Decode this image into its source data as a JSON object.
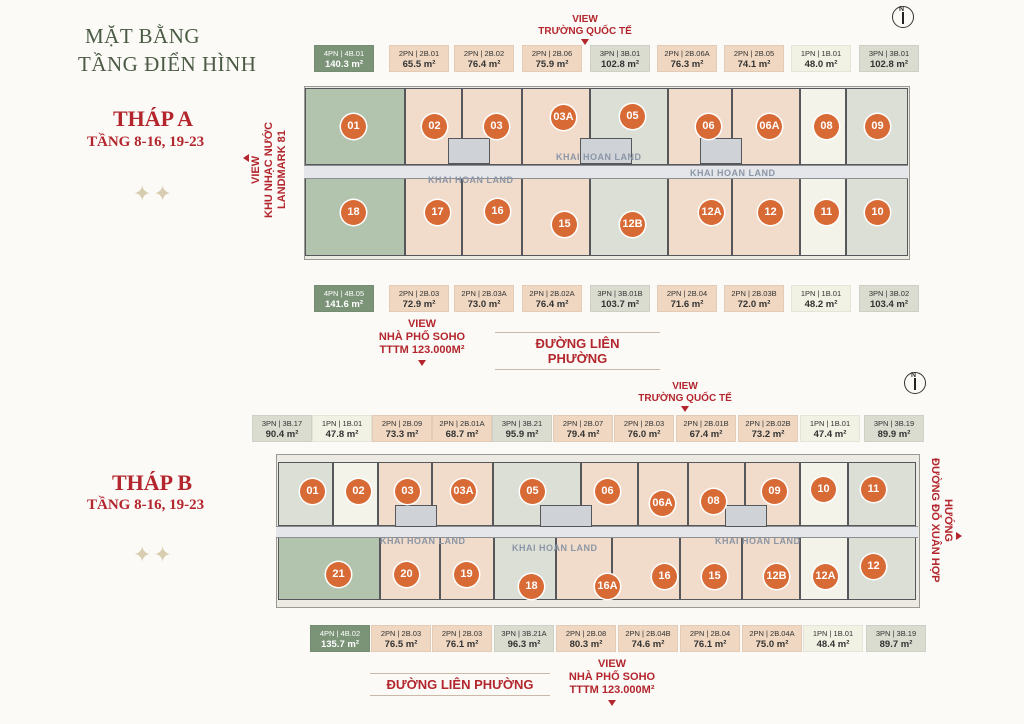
{
  "title": {
    "line1": "MẶT BẰNG",
    "line2": "TẦNG ĐIỂN HÌNH"
  },
  "tower_a": {
    "name": "THÁP A",
    "floors": "TẦNG 8-16, 19-23",
    "view_top": {
      "line1": "VIEW",
      "line2": "TRƯỜNG QUỐC TẾ"
    },
    "view_left": {
      "line1": "VIEW",
      "line2": "KHU NHẠC NƯỚC",
      "line3": "LANDMARK 81"
    },
    "view_bottom": {
      "line1": "VIEW",
      "line2": "NHÀ PHỐ SOHO",
      "line3": "TTTM 123.000M²"
    },
    "road": "ĐƯỜNG LIÊN PHƯỜNG",
    "top_tags": [
      {
        "type": "4PN | 4B.01",
        "area": "140.3 m²",
        "cls": "c4"
      },
      {
        "type": "2PN | 2B.01",
        "area": "65.5 m²",
        "cls": "c2"
      },
      {
        "type": "2PN | 2B.02",
        "area": "76.4 m²",
        "cls": "c2"
      },
      {
        "type": "2PN | 2B.06",
        "area": "75.9 m²",
        "cls": "c2"
      },
      {
        "type": "3PN | 3B.01",
        "area": "102.8 m²",
        "cls": "c3"
      },
      {
        "type": "2PN | 2B.06A",
        "area": "76.3 m²",
        "cls": "c2"
      },
      {
        "type": "2PN | 2B.05",
        "area": "74.1 m²",
        "cls": "c2"
      },
      {
        "type": "1PN | 1B.01",
        "area": "48.0 m²",
        "cls": "c1"
      },
      {
        "type": "3PN | 3B.01",
        "area": "102.8 m²",
        "cls": "c3"
      }
    ],
    "bottom_tags": [
      {
        "type": "4PN | 4B.05",
        "area": "141.6 m²",
        "cls": "c4"
      },
      {
        "type": "2PN | 2B.03",
        "area": "72.9 m²",
        "cls": "c2"
      },
      {
        "type": "2PN | 2B.03A",
        "area": "73.0 m²",
        "cls": "c2"
      },
      {
        "type": "2PN | 2B.02A",
        "area": "76.4 m²",
        "cls": "c2"
      },
      {
        "type": "3PN | 3B.01B",
        "area": "103.7 m²",
        "cls": "c3"
      },
      {
        "type": "2PN | 2B.04",
        "area": "71.6 m²",
        "cls": "c2"
      },
      {
        "type": "2PN | 2B.03B",
        "area": "72.0 m²",
        "cls": "c2"
      },
      {
        "type": "1PN | 1B.01",
        "area": "48.2 m²",
        "cls": "c1"
      },
      {
        "type": "3PN | 3B.02",
        "area": "103.4 m²",
        "cls": "c3"
      }
    ],
    "top_units": [
      "01",
      "02",
      "03",
      "03A",
      "05",
      "06",
      "06A",
      "08",
      "09"
    ],
    "bottom_units": [
      "18",
      "17",
      "16",
      "15",
      "12B",
      "12A",
      "12",
      "11",
      "10"
    ]
  },
  "tower_b": {
    "name": "THÁP B",
    "floors": "TẦNG 8-16, 19-23",
    "view_top": {
      "line1": "VIEW",
      "line2": "TRƯỜNG QUỐC TẾ"
    },
    "view_right": {
      "line1": "HƯỚNG",
      "line2": "ĐƯỜNG ĐỖ XUÂN HỢP"
    },
    "view_bottom": {
      "line1": "VIEW",
      "line2": "NHÀ PHỐ SOHO",
      "line3": "TTTM 123.000M²"
    },
    "road": "ĐƯỜNG LIÊN PHƯỜNG",
    "top_tags": [
      {
        "type": "3PN | 3B.17",
        "area": "90.4 m²",
        "cls": "c3"
      },
      {
        "type": "1PN | 1B.01",
        "area": "47.8 m²",
        "cls": "c1"
      },
      {
        "type": "2PN | 2B.09",
        "area": "73.3 m²",
        "cls": "c2"
      },
      {
        "type": "2PN | 2B.01A",
        "area": "68.7 m²",
        "cls": "c2"
      },
      {
        "type": "3PN | 3B.21",
        "area": "95.9 m²",
        "cls": "c3"
      },
      {
        "type": "2PN | 2B.07",
        "area": "79.4 m²",
        "cls": "c2"
      },
      {
        "type": "2PN | 2B.03",
        "area": "76.0 m²",
        "cls": "c2"
      },
      {
        "type": "2PN | 2B.01B",
        "area": "67.4 m²",
        "cls": "c2"
      },
      {
        "type": "2PN | 2B.02B",
        "area": "73.2 m²",
        "cls": "c2"
      },
      {
        "type": "1PN | 1B.01",
        "area": "47.4 m²",
        "cls": "c1"
      },
      {
        "type": "3PN | 3B.19",
        "area": "89.9 m²",
        "cls": "c3"
      }
    ],
    "bottom_tags": [
      {
        "type": "4PN | 4B.02",
        "area": "135.7 m²",
        "cls": "c4"
      },
      {
        "type": "2PN | 2B.03",
        "area": "76.5 m²",
        "cls": "c2"
      },
      {
        "type": "2PN | 2B.03",
        "area": "76.1 m²",
        "cls": "c2"
      },
      {
        "type": "3PN | 3B.21A",
        "area": "96.3 m²",
        "cls": "c3"
      },
      {
        "type": "2PN | 2B.08",
        "area": "80.3 m²",
        "cls": "c2"
      },
      {
        "type": "2PN | 2B.04B",
        "area": "74.6 m²",
        "cls": "c2"
      },
      {
        "type": "2PN | 2B.04",
        "area": "76.1 m²",
        "cls": "c2"
      },
      {
        "type": "2PN | 2B.04A",
        "area": "75.0 m²",
        "cls": "c2"
      },
      {
        "type": "1PN | 1B.01",
        "area": "48.4 m²",
        "cls": "c1"
      },
      {
        "type": "3PN | 3B.19",
        "area": "89.7 m²",
        "cls": "c3"
      }
    ],
    "top_units": [
      "01",
      "02",
      "03",
      "03A",
      "05",
      "06",
      "06A",
      "08",
      "09",
      "10",
      "11"
    ],
    "bottom_units": [
      "21",
      "20",
      "19",
      "18",
      "16A",
      "16",
      "15",
      "12B",
      "12A",
      "12"
    ]
  },
  "logo_text": "KHAI HOAN LAND",
  "compass_label": "N"
}
